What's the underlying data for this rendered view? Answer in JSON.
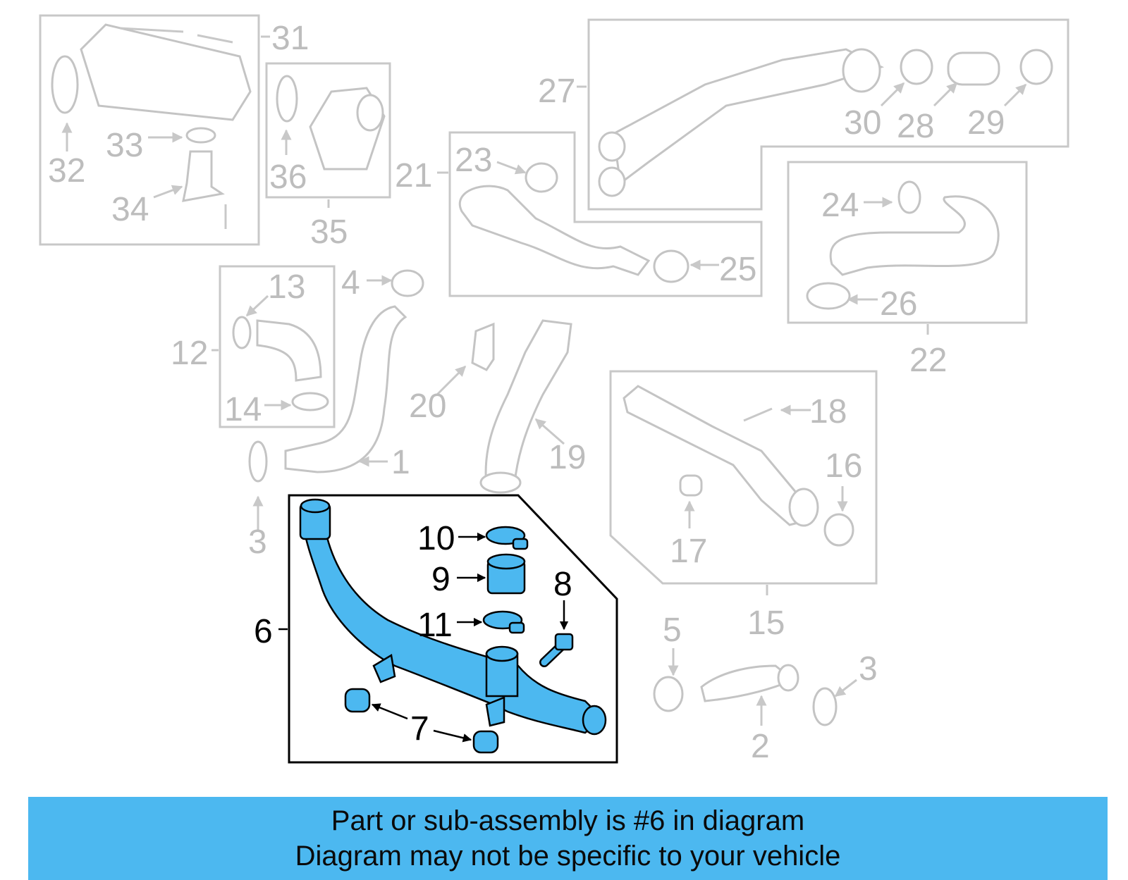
{
  "diagram": {
    "highlight_color": "#4cb8f0",
    "highlighted_part": "6",
    "groups": [
      {
        "id": "31",
        "label": "31",
        "parts": [
          "32",
          "33",
          "34"
        ]
      },
      {
        "id": "35",
        "label": "35",
        "parts": [
          "36"
        ]
      },
      {
        "id": "27",
        "label": "27",
        "parts": [
          "28",
          "29",
          "30"
        ]
      },
      {
        "id": "21",
        "label": "21",
        "parts": [
          "23",
          "25"
        ]
      },
      {
        "id": "22",
        "label": "22",
        "parts": [
          "24",
          "26"
        ]
      },
      {
        "id": "12",
        "label": "12",
        "parts": [
          "13",
          "14"
        ]
      },
      {
        "id": "15",
        "label": "15",
        "parts": [
          "16",
          "17",
          "18"
        ]
      },
      {
        "id": "6",
        "label": "6",
        "parts": [
          "7",
          "8",
          "9",
          "10",
          "11"
        ]
      }
    ],
    "labels": {
      "l1": "1",
      "l2": "2",
      "l3a": "3",
      "l3b": "3",
      "l4": "4",
      "l5": "5",
      "l6": "6",
      "l7": "7",
      "l8": "8",
      "l9": "9",
      "l10": "10",
      "l11": "11",
      "l12": "12",
      "l13": "13",
      "l14": "14",
      "l15": "15",
      "l16": "16",
      "l17": "17",
      "l18": "18",
      "l19": "19",
      "l20": "20",
      "l21": "21",
      "l22": "22",
      "l23": "23",
      "l24": "24",
      "l25": "25",
      "l26": "26",
      "l27": "27",
      "l28": "28",
      "l29": "29",
      "l30": "30",
      "l31": "31",
      "l32": "32",
      "l33": "33",
      "l34": "34",
      "l35": "35",
      "l36": "36"
    }
  },
  "banner": {
    "line1": "Part or sub-assembly is #6 in diagram",
    "line2": "Diagram may not be specific to your vehicle",
    "background": "#4cb8f0"
  }
}
